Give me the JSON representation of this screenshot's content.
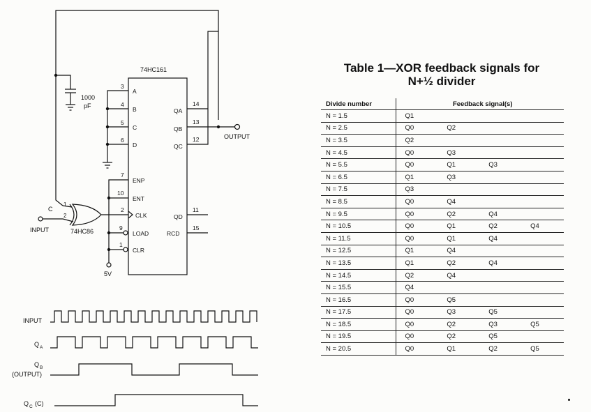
{
  "schematic": {
    "chip_counter": "74HC161",
    "chip_xor": "74HC86",
    "capacitor_value": "1000",
    "capacitor_unit": "pF",
    "net_c": "C",
    "input_label": "INPUT",
    "output_label": "OUTPUT",
    "supply_label": "5V",
    "pins_left": [
      {
        "num": "3",
        "name": "A"
      },
      {
        "num": "4",
        "name": "B"
      },
      {
        "num": "5",
        "name": "C"
      },
      {
        "num": "6",
        "name": "D"
      },
      {
        "num": "7",
        "name": "ENP"
      },
      {
        "num": "10",
        "name": "ENT"
      },
      {
        "num": "2",
        "name": "CLK"
      },
      {
        "num": "9",
        "name": "LOAD"
      },
      {
        "num": "1",
        "name": "CLR"
      }
    ],
    "pins_right": [
      {
        "num": "14",
        "name": "QA"
      },
      {
        "num": "13",
        "name": "QB"
      },
      {
        "num": "12",
        "name": "QC"
      },
      {
        "num": "11",
        "name": "QD"
      },
      {
        "num": "15",
        "name": "RCD"
      }
    ],
    "xor_pins": [
      "1",
      "2"
    ]
  },
  "timing": {
    "labels": [
      {
        "main": "INPUT",
        "sub": "",
        "extra": ""
      },
      {
        "main": "Q",
        "sub": "A",
        "extra": ""
      },
      {
        "main": "Q",
        "sub": "B",
        "extra": "(OUTPUT)"
      },
      {
        "main": "Q",
        "sub": "C",
        "extra": "(C)"
      }
    ]
  },
  "table": {
    "title_line1": "Table 1—XOR feedback signals for",
    "title_line2": "N+½ divider",
    "col_divide": "Divide number",
    "col_feedback": "Feedback signal(s)",
    "rows": [
      {
        "n": "N = 1.5",
        "signals": [
          "Q1"
        ]
      },
      {
        "n": "N = 2.5",
        "signals": [
          "Q0",
          "Q2"
        ]
      },
      {
        "n": "N = 3.5",
        "signals": [
          "Q2"
        ]
      },
      {
        "n": "N = 4.5",
        "signals": [
          "Q0",
          "Q3"
        ]
      },
      {
        "n": "N = 5.5",
        "signals": [
          "Q0",
          "Q1",
          "Q3"
        ]
      },
      {
        "n": "N = 6.5",
        "signals": [
          "Q1",
          "Q3"
        ]
      },
      {
        "n": "N = 7.5",
        "signals": [
          "Q3"
        ]
      },
      {
        "n": "N = 8.5",
        "signals": [
          "Q0",
          "Q4"
        ]
      },
      {
        "n": "N = 9.5",
        "signals": [
          "Q0",
          "Q2",
          "Q4"
        ]
      },
      {
        "n": "N = 10.5",
        "signals": [
          "Q0",
          "Q1",
          "Q2",
          "Q4"
        ]
      },
      {
        "n": "N = 11.5",
        "signals": [
          "Q0",
          "Q1",
          "Q4"
        ]
      },
      {
        "n": "N = 12.5",
        "signals": [
          "Q1",
          "Q4"
        ]
      },
      {
        "n": "N = 13.5",
        "signals": [
          "Q1",
          "Q2",
          "Q4"
        ]
      },
      {
        "n": "N = 14.5",
        "signals": [
          "Q2",
          "Q4"
        ]
      },
      {
        "n": "N = 15.5",
        "signals": [
          "Q4"
        ]
      },
      {
        "n": "N = 16.5",
        "signals": [
          "Q0",
          "Q5"
        ]
      },
      {
        "n": "N = 17.5",
        "signals": [
          "Q0",
          "Q3",
          "Q5"
        ]
      },
      {
        "n": "N = 18.5",
        "signals": [
          "Q0",
          "Q2",
          "Q3",
          "Q5"
        ]
      },
      {
        "n": "N = 19.5",
        "signals": [
          "Q0",
          "Q2",
          "Q5"
        ]
      },
      {
        "n": "N = 20.5",
        "signals": [
          "Q0",
          "Q1",
          "Q2",
          "Q5"
        ]
      }
    ]
  }
}
